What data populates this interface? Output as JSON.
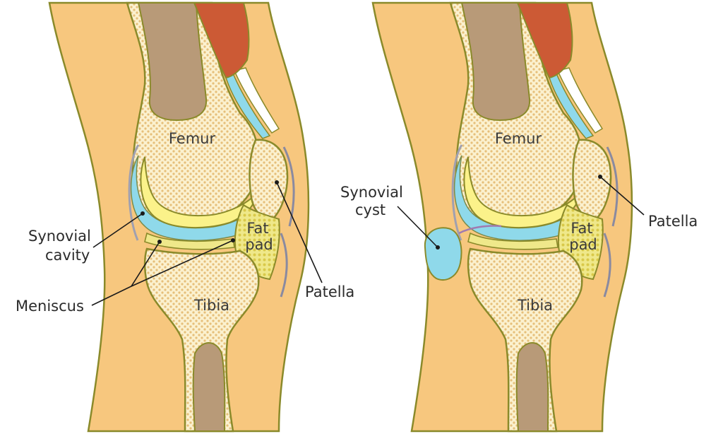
{
  "left_panel": {
    "femur": "Femur",
    "tibia": "Tibia",
    "fat_pad_line1": "Fat",
    "fat_pad_line2": "pad",
    "synovial_cavity_line1": "Synovial",
    "synovial_cavity_line2": "cavity",
    "meniscus": "Meniscus",
    "patella": "Patella"
  },
  "right_panel": {
    "femur": "Femur",
    "tibia": "Tibia",
    "fat_pad_line1": "Fat",
    "fat_pad_line2": "pad",
    "synovial_cyst_line1": "Synovial",
    "synovial_cyst_line2": "cyst",
    "patella": "Patella"
  },
  "colors": {
    "skin": "#f7c77e",
    "outline": "#8a8a2a",
    "bone": "#fbf1cf",
    "bone_dots": "#e6bf7a",
    "marrow": "#b89a78",
    "cartilage": "#fbf28a",
    "synovial_fluid": "#8fd9ea",
    "fat_pad": "#efe88a",
    "muscle": "#cc5a35"
  }
}
